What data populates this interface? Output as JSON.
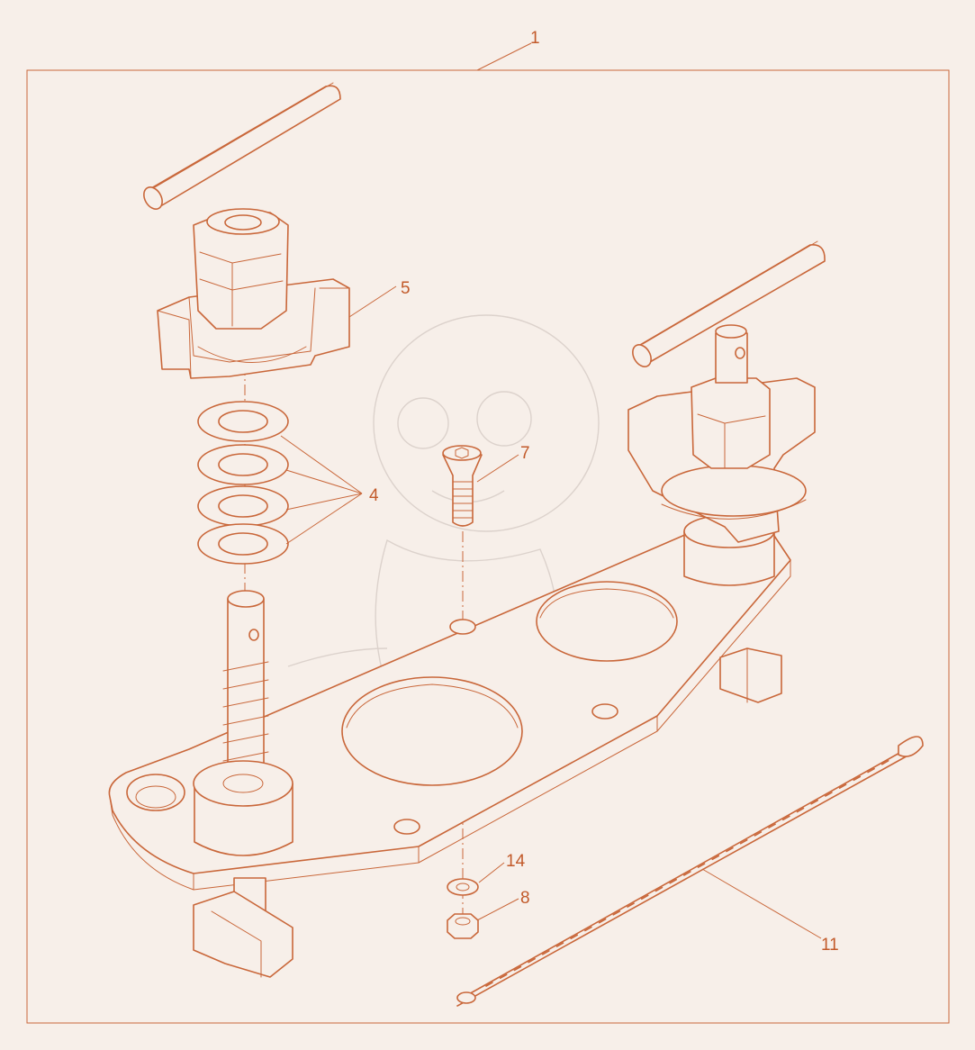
{
  "diagram": {
    "line_color": "#c9673a",
    "label_color": "#c25a2a",
    "background_color": "#f7efe9",
    "callouts": {
      "kit": "1",
      "washers": "4",
      "clamp_knob": "5",
      "screw": "7",
      "nut": "8",
      "cable_tie": "11",
      "small_washer": "14"
    }
  }
}
